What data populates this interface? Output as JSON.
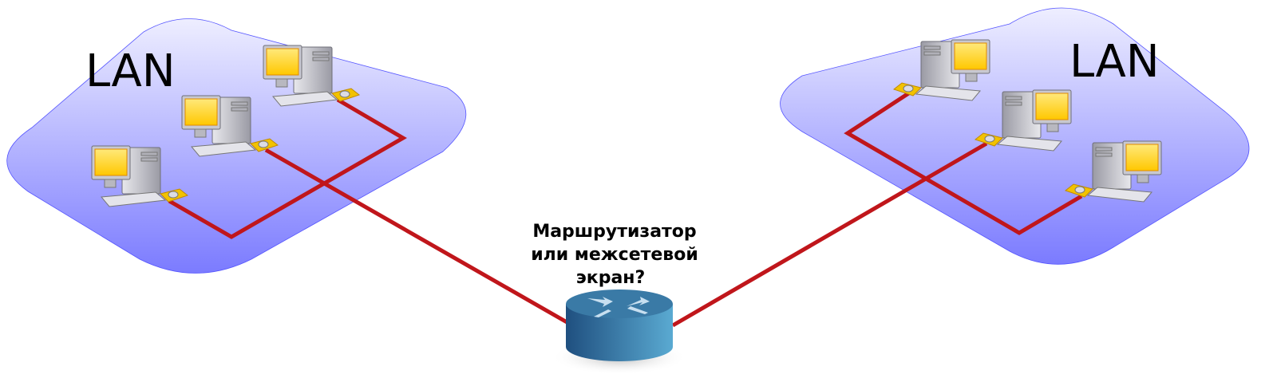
{
  "lans": [
    {
      "label": "LAN",
      "computers": 3
    },
    {
      "label": "LAN",
      "computers": 3
    }
  ],
  "router": {
    "label_lines": [
      "Маршрутизатор",
      "или межсетевой",
      "экран?"
    ]
  },
  "colors": {
    "cable": "#c0161b",
    "lan_top": "#eeeeff",
    "lan_bottom": "#7b7bff",
    "router_dark": "#1f4f7f",
    "router_light": "#5aaad2",
    "screen": "#ffd000"
  }
}
